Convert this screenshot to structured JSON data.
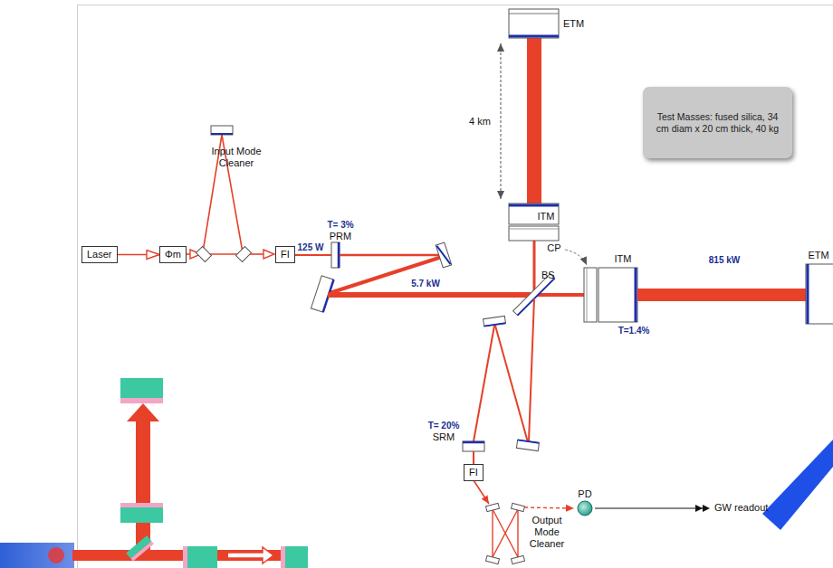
{
  "diagram": {
    "nodes": [
      {
        "text": [
          "Laser"
        ]
      },
      {
        "text": [
          "Φm"
        ]
      },
      {
        "text": [
          "FI"
        ]
      },
      {
        "text": [
          "FI"
        ]
      },
      {
        "text": [
          "PD"
        ]
      },
      {
        "text": [
          "Test Masses: fused silica, 34 cm diam x 20 cm thick, 40 kg"
        ]
      }
    ],
    "edges": [
      {
        "from": 0,
        "to": 1,
        "arrow": "to"
      }
    ],
    "labels": [
      "Input Mode Cleaner",
      "T= 3%",
      "PRM",
      "125 W",
      "5.7 kW",
      "ETM",
      "4 km",
      "ITM",
      "CP",
      "BS",
      "ITM",
      "815 kW",
      "ETM",
      "T=1.4%",
      "T= 20%",
      "SRM",
      "GW readout",
      "Output Mode Cleaner"
    ]
  }
}
